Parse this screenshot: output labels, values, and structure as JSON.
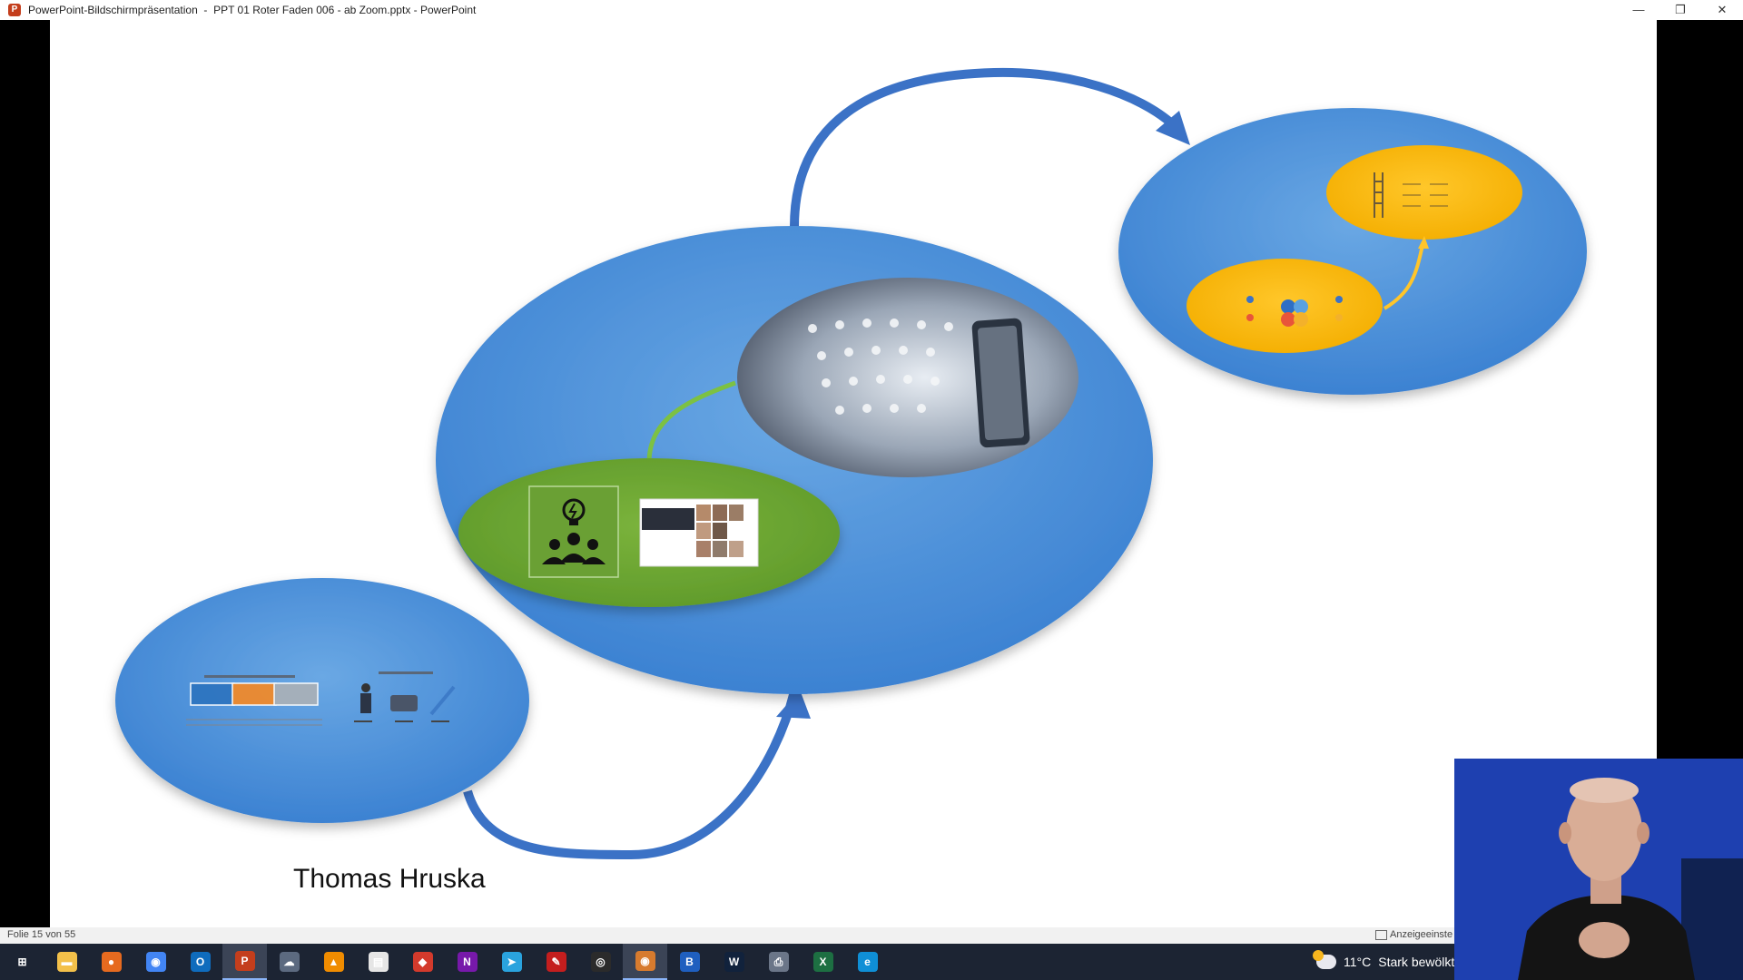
{
  "window": {
    "app_icon": "powerpoint-icon",
    "title": "PowerPoint-Bildschirmpräsentation  -  PPT 01 Roter Faden 006 - ab Zoom.pptx - PowerPoint",
    "minimize_glyph": "—",
    "restore_glyph": "❐",
    "close_glyph": "✕"
  },
  "slide": {
    "presenter_name": "Thomas Hruska"
  },
  "statusbar": {
    "slide_indicator": "Folie 15 von 55",
    "view_settings": "Anzeigeeinste"
  },
  "taskbar": {
    "items": [
      {
        "icon": "windows-start-icon",
        "glyph": "⊞",
        "color": "#1c2433"
      },
      {
        "icon": "file-explorer-icon",
        "glyph": "▬",
        "color": "#f3c04a"
      },
      {
        "icon": "firefox-icon",
        "glyph": "●",
        "color": "#e66a1f"
      },
      {
        "icon": "chrome-icon",
        "glyph": "◉",
        "color": "#4285f4"
      },
      {
        "icon": "outlook-icon",
        "glyph": "O",
        "color": "#0f6cbd"
      },
      {
        "icon": "powerpoint-icon",
        "glyph": "P",
        "color": "#c43e1c",
        "active": true
      },
      {
        "icon": "cloud-app-icon",
        "glyph": "☁",
        "color": "#5c6a80"
      },
      {
        "icon": "vlc-icon",
        "glyph": "▲",
        "color": "#f08c00"
      },
      {
        "icon": "document-icon",
        "glyph": "▤",
        "color": "#e5e5e5"
      },
      {
        "icon": "red-app-icon",
        "glyph": "◆",
        "color": "#d33a2c"
      },
      {
        "icon": "onenote-icon",
        "glyph": "N",
        "color": "#7719aa"
      },
      {
        "icon": "telegram-icon",
        "glyph": "➤",
        "color": "#2aa3de"
      },
      {
        "icon": "pdf-icon",
        "glyph": "✎",
        "color": "#c41e1e"
      },
      {
        "icon": "obs-icon",
        "glyph": "◎",
        "color": "#2b2b2b"
      },
      {
        "icon": "recorder-icon",
        "glyph": "◉",
        "color": "#d77b2e",
        "active": true
      },
      {
        "icon": "blue-app-icon",
        "glyph": "B",
        "color": "#1f5fbf"
      },
      {
        "icon": "word-app-icon",
        "glyph": "W",
        "color": "#11223c"
      },
      {
        "icon": "printer-icon",
        "glyph": "⎙",
        "color": "#6b7688"
      },
      {
        "icon": "excel-icon",
        "glyph": "X",
        "color": "#1d6f42"
      },
      {
        "icon": "edge-icon",
        "glyph": "e",
        "color": "#0f8fd6"
      }
    ],
    "weather": {
      "temperature": "11°C",
      "condition": "Stark bewölkt"
    }
  }
}
